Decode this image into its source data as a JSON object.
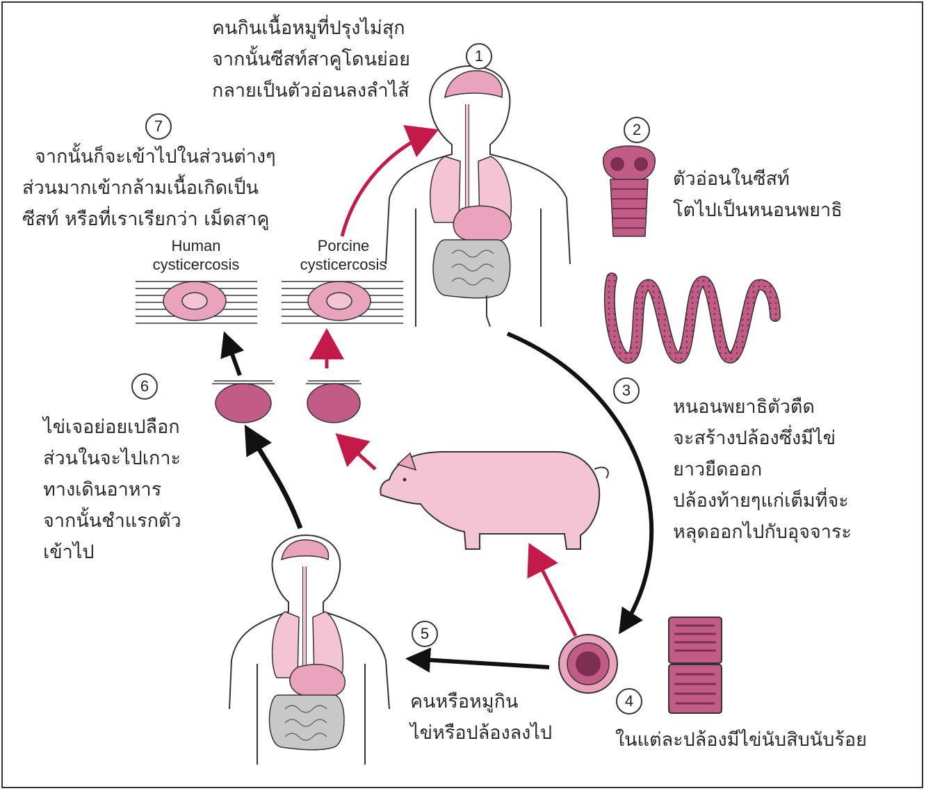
{
  "steps": [
    {
      "num": "1",
      "lines": [
        "คนกินเนื้อหมูที่ปรุงไม่สุก",
        "จากนั้นซีสท์สาคูโดนย่อย",
        "กลายเป็นตัวอ่อนลงลำไส้"
      ]
    },
    {
      "num": "2",
      "lines": [
        "ตัวอ่อนในซีสท์",
        "โตไปเป็นหนอนพยาธิ"
      ]
    },
    {
      "num": "3",
      "lines": [
        "หนอนพยาธิตัวตืด",
        "จะสร้างปล้องซึ่งมีไข่",
        "ยาวยืดออก",
        "ปล้องท้ายๆแก่เต็มที่จะ",
        "หลุดออกไปกับอุจจาระ"
      ]
    },
    {
      "num": "4",
      "lines": [
        "ในแต่ละปล้องมีไข่นับสิบนับร้อย"
      ]
    },
    {
      "num": "5",
      "lines": [
        "คนหรือหมูกิน",
        "ไข่หรือปล้องลงไป"
      ]
    },
    {
      "num": "6",
      "lines": [
        "ไข่เจอย่อยเปลือก",
        "ส่วนในจะไปเกาะ",
        "ทางเดินอาหาร",
        "จากนั้นชำแรกตัว",
        "เข้าไป"
      ]
    },
    {
      "num": "7",
      "lines": [
        "จากนั้นก็จะเข้าไปในส่วนต่างๆ",
        "ส่วนมากเข้ากล้ามเนื้อเกิดเป็น",
        "ซีสท์ หรือที่เราเรียกว่า เม็ดสาคู"
      ]
    }
  ],
  "labels": {
    "human": [
      "Human",
      "cysticercosis"
    ],
    "porcine": [
      "Porcine",
      "cysticercosis"
    ]
  },
  "colors": {
    "pink": "#e9a3bd",
    "pink_light": "#f3c4d4",
    "pink_dark": "#c15c86",
    "tissue": "#b94f7a",
    "red_arrow": "#c41a4a",
    "black_arrow": "#111111",
    "gray": "#c8c8c8"
  },
  "icons": [
    "human-body-icon",
    "pig-icon",
    "tapeworm-scolex-icon",
    "tapeworm-body-icon",
    "egg-icon",
    "proglottid-icon",
    "cyst-icon"
  ]
}
